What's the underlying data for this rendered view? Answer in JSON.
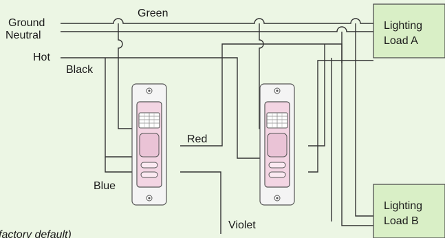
{
  "lines": {
    "ground": "Ground",
    "neutral": "Neutral",
    "hot": "Hot"
  },
  "wires": {
    "green": "Green",
    "black": "Black",
    "red": "Red",
    "blue": "Blue",
    "violet": "Violet"
  },
  "loads": {
    "a_line1": "Lighting",
    "a_line2": "Load A",
    "b_line1": "Lighting",
    "b_line2": "Load B"
  },
  "footnote": "factory default)",
  "colors": {
    "background": "#ecf6e4",
    "load_box": "#d9efc6",
    "sensor_body": "#f3d5e3",
    "wallplate": "#f4f4f4"
  }
}
